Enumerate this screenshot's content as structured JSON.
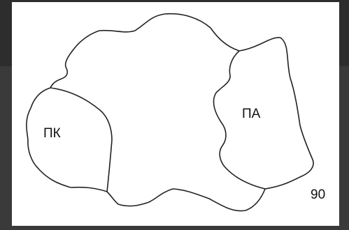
{
  "diagram": {
    "labels": {
      "left_region": "ПК",
      "right_region": "ПА"
    },
    "page_number": "90"
  }
}
